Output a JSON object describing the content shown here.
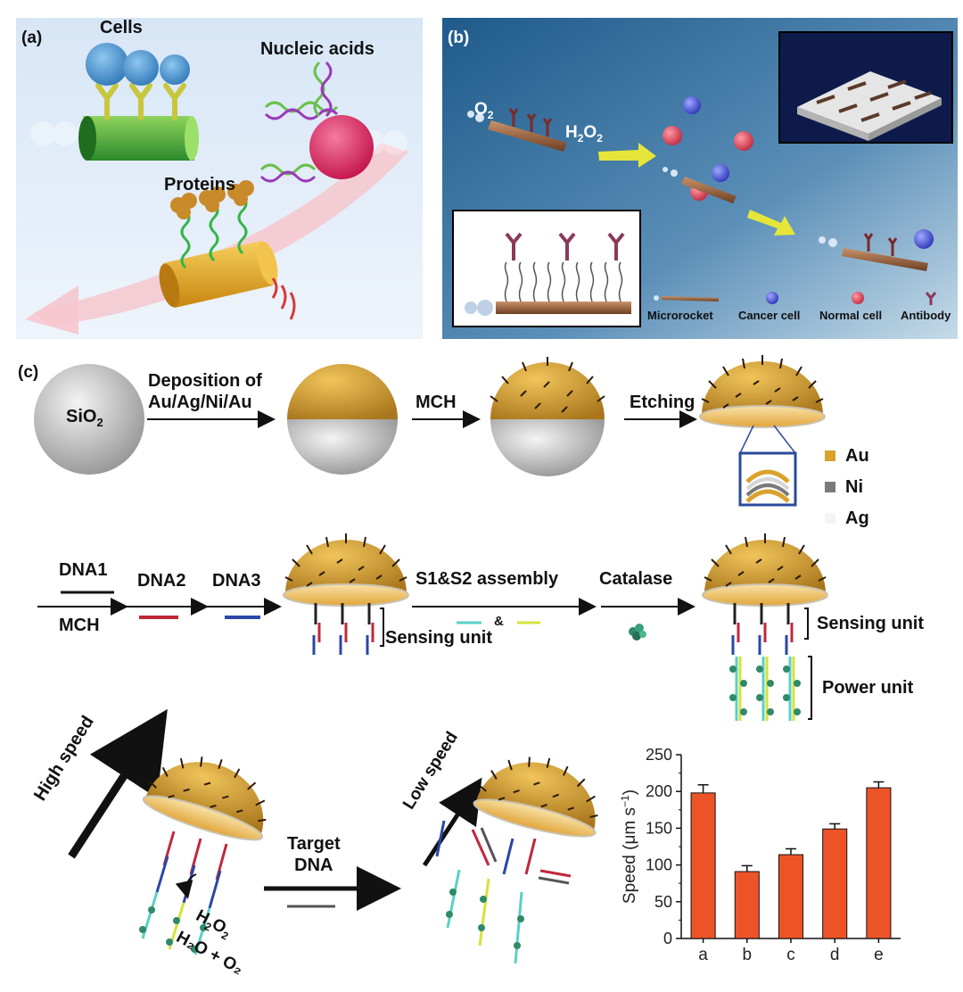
{
  "panel_a": {
    "letter": "(a)",
    "cells": "Cells",
    "nucleic_acids": "Nucleic acids",
    "proteins": "Proteins"
  },
  "panel_b": {
    "letter": "(b)",
    "o2_base": "O",
    "o2_sub": "2",
    "h2o2_h": "H",
    "h2o2_s1": "2",
    "h2o2_o": "O",
    "h2o2_s2": "2",
    "legend": {
      "microrocket": "Microrocket",
      "cancer_cell": "Cancer cell",
      "normal_cell": "Normal cell",
      "antibody": "Antibody"
    }
  },
  "panel_c": {
    "letter": "(c)",
    "sio2_base": "SiO",
    "sio2_sub": "2",
    "deposition_line1": "Deposition of",
    "deposition_line2": "Au/Ag/Ni/Au",
    "mch": "MCH",
    "etching": "Etching",
    "layer_legend": {
      "au": "Au",
      "ni": "Ni",
      "ag": "Ag"
    },
    "dna1": "DNA1",
    "mch2": "MCH",
    "dna2": "DNA2",
    "dna3": "DNA3",
    "s1s2": "S1&S2 assembly",
    "amp": "&",
    "catalase": "Catalase",
    "sensing_unit": "Sensing unit",
    "sensing_unit2": "Sensing unit",
    "power_unit": "Power unit",
    "high_speed": "High speed",
    "low_speed": "Low speed",
    "target_line1": "Target",
    "target_line2": "DNA",
    "h2o2_h": "H",
    "h2o2_s1": "2",
    "h2o2_o": "O",
    "h2o2_s2": "2",
    "product": "H₂O + O₂"
  },
  "colors": {
    "au": "#d9a22c",
    "ni": "#7a7a7a",
    "bar": "#ec5428",
    "dna2": "#c0283a",
    "dna3": "#2a46a8"
  },
  "chart_data": {
    "type": "bar",
    "categories": [
      "a",
      "b",
      "c",
      "d",
      "e"
    ],
    "values": [
      198,
      91,
      114,
      149,
      205
    ],
    "errors": [
      11,
      8,
      8,
      7,
      8
    ],
    "ylabel": "Speed (μm s⁻¹)",
    "ylabel_base": "Speed (μm s",
    "ylabel_sup": "−1",
    "ylabel_close": ")",
    "ylim": [
      0,
      250
    ],
    "yticks": [
      "0",
      "50",
      "100",
      "150",
      "200",
      "250"
    ],
    "ytick_values": [
      0,
      50,
      100,
      150,
      200,
      250
    ],
    "color": "#ec5428"
  }
}
